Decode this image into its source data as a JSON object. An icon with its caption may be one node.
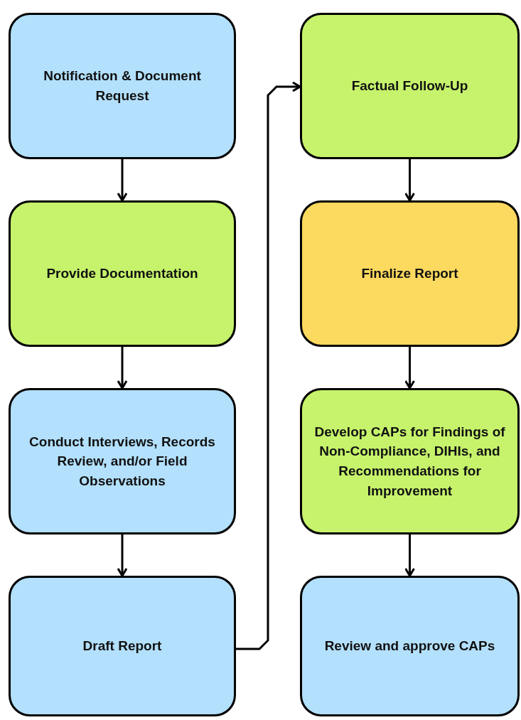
{
  "diagram": {
    "nodes": [
      {
        "text": [
          "Notification & Document Request"
        ]
      },
      {
        "text": [
          "Provide Documentation"
        ]
      },
      {
        "text": [
          "Conduct Interviews, Records Review, and/or Field Observations"
        ]
      },
      {
        "text": [
          "Draft Report"
        ]
      },
      {
        "text": [
          "Factual Follow-Up"
        ]
      },
      {
        "text": [
          "Finalize Report"
        ]
      },
      {
        "text": [
          "Develop CAPs for Findings of Non-Compliance, DIHIs, and Recommendations for Improvement"
        ]
      },
      {
        "text": [
          "Review and approve CAPs"
        ]
      }
    ],
    "edges": [
      {
        "from": 0,
        "to": 1,
        "arrow": "to"
      },
      {
        "from": 1,
        "to": 2,
        "arrow": "to"
      },
      {
        "from": 2,
        "to": 3,
        "arrow": "to"
      },
      {
        "from": 3,
        "to": 4,
        "arrow": "to"
      },
      {
        "from": 4,
        "to": 5,
        "arrow": "to"
      },
      {
        "from": 5,
        "to": 6,
        "arrow": "to"
      },
      {
        "from": 6,
        "to": 7,
        "arrow": "to"
      }
    ]
  }
}
